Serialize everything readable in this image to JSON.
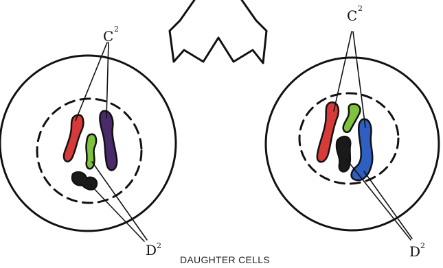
{
  "diagram": {
    "caption": "DAUGHTER CELLS",
    "left_cell": {
      "label_top": "C",
      "label_top_sup": "2",
      "label_bottom": "D",
      "label_bottom_sup": "2"
    },
    "right_cell": {
      "label_top": "C",
      "label_top_sup": "2",
      "label_bottom": "D",
      "label_bottom_sup": "2"
    },
    "colors": {
      "chromosome_red": "#d83a3a",
      "chromosome_green": "#7fc23f",
      "chromosome_purple": "#4a2a6a",
      "chromosome_blue": "#2f5fc0",
      "chromosome_black": "#1a1a1a",
      "outline": "#111111",
      "background": "#ffffff"
    }
  }
}
